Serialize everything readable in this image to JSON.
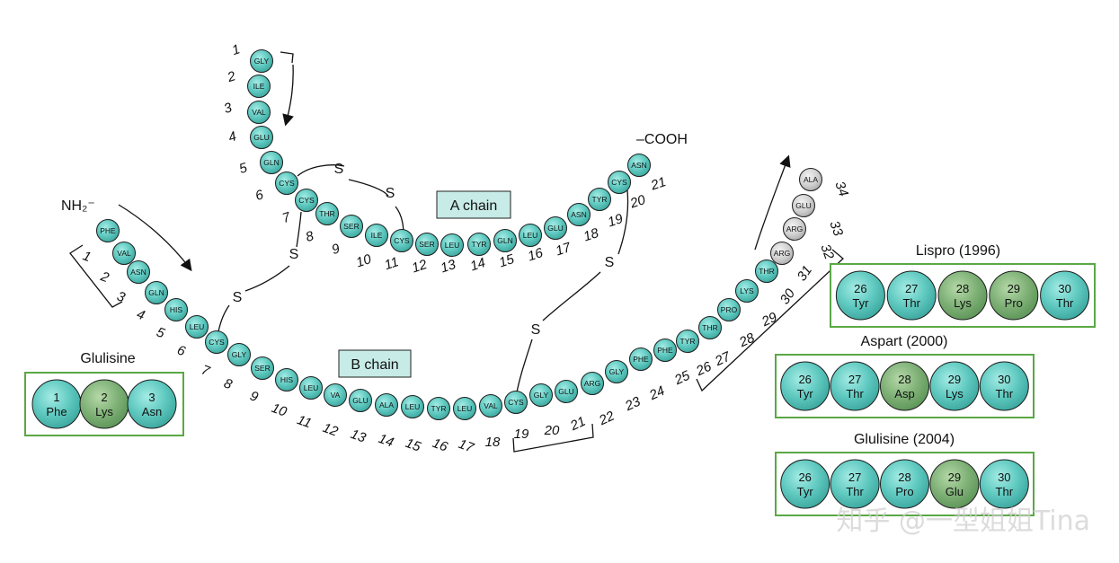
{
  "diagram": {
    "nh2_label": "NH₂⁻",
    "cooh_label": "–COOH",
    "a_chain_label": "A chain",
    "b_chain_label": "B chain",
    "s_label": "S",
    "colors": {
      "residue": "#5fc9c0",
      "residue_dark": "#3aa59c",
      "green_res": "#6fa86a",
      "grey_res": "#c9c9c9",
      "box_border": "#5aa845"
    },
    "a_chain": {
      "residues": [
        "GLY",
        "ILE",
        "VAL",
        "GLU",
        "GLN",
        "CYS",
        "CYS",
        "THR",
        "SER",
        "ILE",
        "CYS",
        "SER",
        "LEU",
        "TYR",
        "GLN",
        "LEU",
        "GLU",
        "ASN",
        "TYR",
        "CYS",
        "ASN"
      ],
      "numbers": [
        "1",
        "2",
        "3",
        "4",
        "5",
        "6",
        "7",
        "8",
        "9",
        "10",
        "11",
        "12",
        "13",
        "14",
        "15",
        "16",
        "17",
        "18",
        "19",
        "20",
        "21"
      ]
    },
    "b_chain": {
      "residues": [
        "PHE",
        "VAL",
        "ASN",
        "GLN",
        "HIS",
        "LEU",
        "CYS",
        "GLY",
        "SER",
        "HIS",
        "LEU",
        "VA",
        "GLU",
        "ALA",
        "LEU",
        "TYR",
        "LEU",
        "VAL",
        "CYS",
        "GLY",
        "GLU",
        "ARG",
        "GLY",
        "PHE",
        "PHE",
        "TYR",
        "THR",
        "PRO",
        "LYS",
        "THR",
        "ARG",
        "ARG",
        "GLU",
        "ALA"
      ],
      "numbers": [
        "1",
        "2",
        "3",
        "4",
        "5",
        "6",
        "7",
        "8",
        "9",
        "10",
        "11",
        "12",
        "13",
        "14",
        "15",
        "16",
        "17",
        "18",
        "19",
        "20",
        "21",
        "22",
        "23",
        "24",
        "25",
        "26",
        "27",
        "28",
        "29",
        "30",
        "31",
        "32",
        "33",
        "34"
      ]
    },
    "glulisine_box": {
      "title": "Glulisine",
      "residues": [
        {
          "num": "1",
          "name": "Phe",
          "highlight": false
        },
        {
          "num": "2",
          "name": "Lys",
          "highlight": true
        },
        {
          "num": "3",
          "name": "Asn",
          "highlight": false
        }
      ]
    },
    "analog_boxes": [
      {
        "title": "Lispro (1996)",
        "residues": [
          {
            "num": "26",
            "name": "Tyr",
            "highlight": false
          },
          {
            "num": "27",
            "name": "Thr",
            "highlight": false
          },
          {
            "num": "28",
            "name": "Lys",
            "highlight": true
          },
          {
            "num": "29",
            "name": "Pro",
            "highlight": true
          },
          {
            "num": "30",
            "name": "Thr",
            "highlight": false
          }
        ]
      },
      {
        "title": "Aspart (2000)",
        "residues": [
          {
            "num": "26",
            "name": "Tyr",
            "highlight": false
          },
          {
            "num": "27",
            "name": "Thr",
            "highlight": false
          },
          {
            "num": "28",
            "name": "Asp",
            "highlight": true
          },
          {
            "num": "29",
            "name": "Lys",
            "highlight": false
          },
          {
            "num": "30",
            "name": "Thr",
            "highlight": false
          }
        ]
      },
      {
        "title": "Glulisine (2004)",
        "residues": [
          {
            "num": "26",
            "name": "Tyr",
            "highlight": false
          },
          {
            "num": "27",
            "name": "Thr",
            "highlight": false
          },
          {
            "num": "28",
            "name": "Pro",
            "highlight": false
          },
          {
            "num": "29",
            "name": "Glu",
            "highlight": true
          },
          {
            "num": "30",
            "name": "Thr",
            "highlight": false
          }
        ]
      }
    ],
    "watermark": "知乎 @一型姐姐Tina"
  }
}
